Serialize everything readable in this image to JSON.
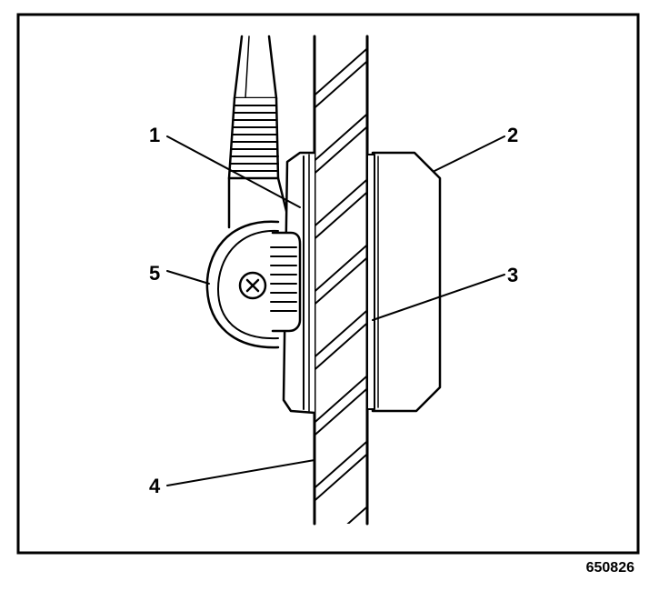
{
  "figure_id": "650826",
  "callouts": [
    {
      "number": "1"
    },
    {
      "number": "2"
    },
    {
      "number": "3"
    },
    {
      "number": "4"
    },
    {
      "number": "5"
    }
  ]
}
